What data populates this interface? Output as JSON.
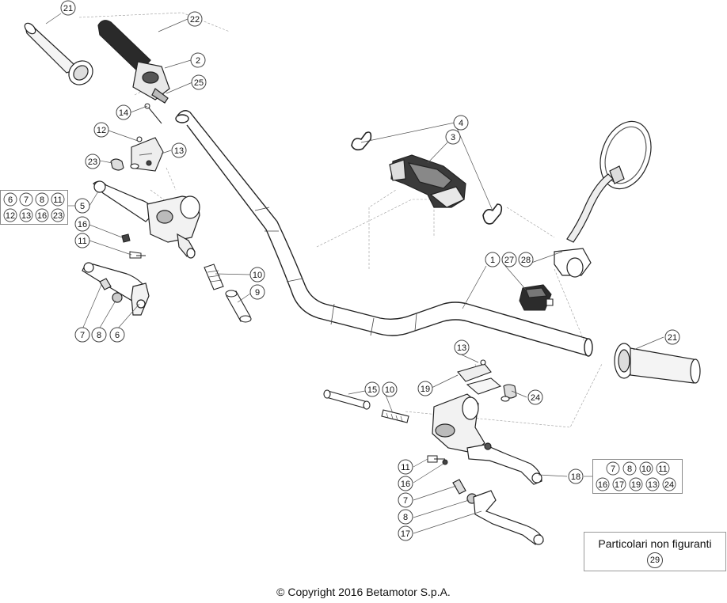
{
  "diagram": {
    "callouts": [
      "21",
      "22",
      "2",
      "25",
      "14",
      "12",
      "13",
      "23",
      "5",
      "16",
      "11",
      "10",
      "9",
      "7",
      "8",
      "6",
      "4",
      "3",
      "1",
      "27",
      "28",
      "21",
      "13",
      "19",
      "15",
      "10",
      "24",
      "11",
      "16",
      "7",
      "8",
      "17",
      "18"
    ],
    "legend_left": {
      "row1": [
        "6",
        "7",
        "8",
        "11"
      ],
      "row2": [
        "12",
        "13",
        "16",
        "23"
      ]
    },
    "legend_right": {
      "row1": [
        "7",
        "8",
        "10",
        "11"
      ],
      "row2": [
        "16",
        "17",
        "19",
        "13",
        "24"
      ]
    },
    "not_shown": {
      "title": "Particolari non figuranti",
      "number": "29"
    }
  },
  "footer": {
    "copyright": "© Copyright 2016 Betamotor S.p.A."
  }
}
